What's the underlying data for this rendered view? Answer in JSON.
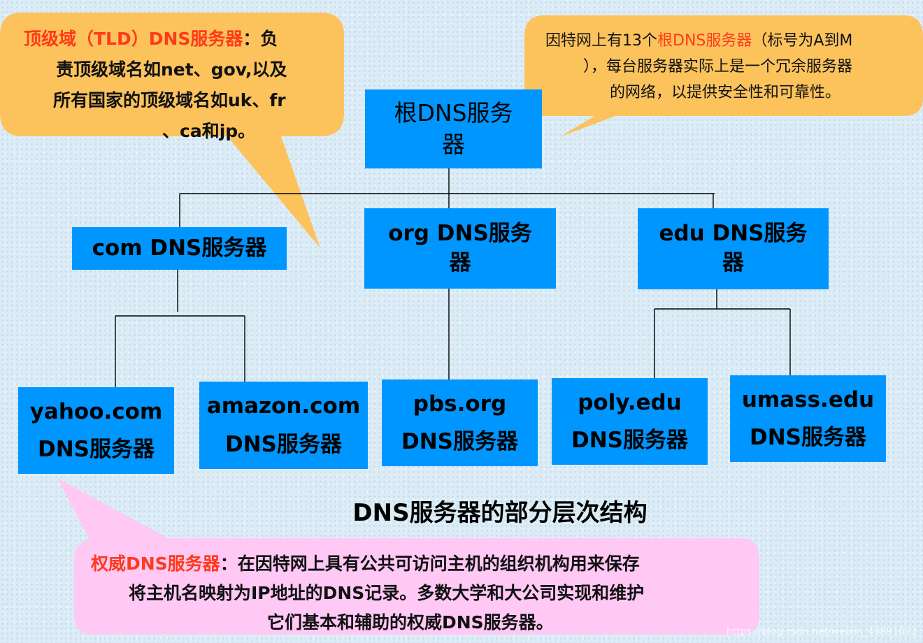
{
  "root": {
    "line1": "根DNS服务",
    "line2": "器"
  },
  "tld": {
    "com": {
      "label": "com DNS服务器"
    },
    "org": {
      "line1": "org DNS服务",
      "line2": "器"
    },
    "edu": {
      "line1": "edu DNS服务",
      "line2": "器"
    }
  },
  "authoritative": [
    {
      "line1": "yahoo.com",
      "line2": "DNS服务器"
    },
    {
      "line1": "amazon.com",
      "line2": "DNS服务器"
    },
    {
      "line1": "pbs.org",
      "line2": "DNS服务器"
    },
    {
      "line1": "poly.edu",
      "line2": "DNS服务器"
    },
    {
      "line1": "umass.edu",
      "line2": "DNS服务器"
    }
  ],
  "caption": "DNS服务器的部分层次结构",
  "callouts": {
    "tld": {
      "title": "顶级域（TLD）DNS服务器",
      "line1_rest": "：负",
      "line2": "责顶级域名如net、gov,以及",
      "line3": "所有国家的顶级域名如uk、fr",
      "line4": "、ca和jp。"
    },
    "root": {
      "line1_a": "因特网上有13个",
      "line1_b": "根DNS服务器",
      "line1_c": "（标号为A到M",
      "line2": "），每台服务器实际上是一个冗余服务器",
      "line3": "的网络，以提供安全性和可靠性。"
    },
    "auth": {
      "title": "权威DNS服务器",
      "line1_rest": "：在因特网上具有公共可访问主机的组织机构用来保存",
      "line2": "将主机名映射为IP地址的DNS记录。多数大学和大公司实现和维护",
      "line3": "它们基本和辅助的权威DNS服务器。"
    }
  },
  "watermark": "https://blog.csdn.net/weixin_43891072",
  "colors": {
    "node": "#0096ff",
    "callout_orange": "#fcc35d",
    "callout_pink": "#ffc8f5",
    "title_red": "#ff3a1a"
  }
}
